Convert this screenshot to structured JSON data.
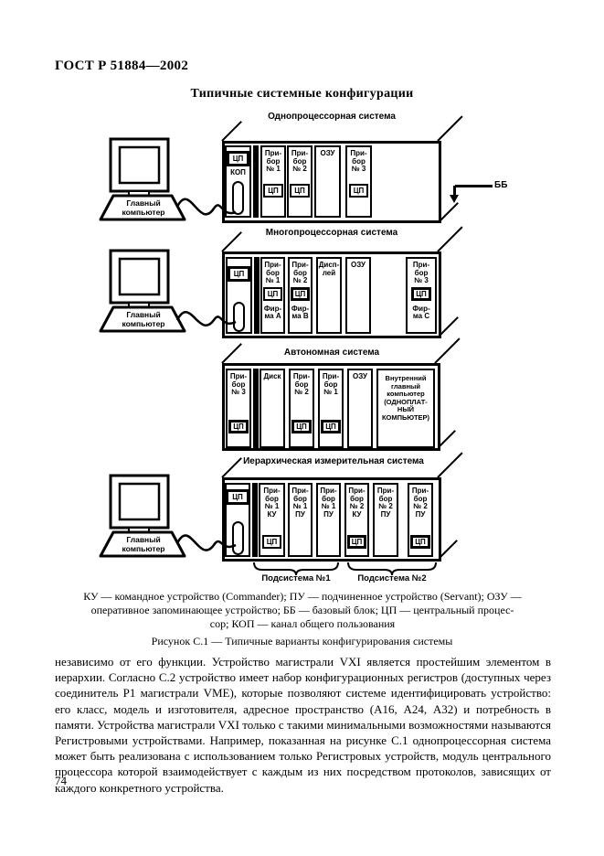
{
  "page": {
    "header": "ГОСТ Р 51884—2002",
    "number": "74"
  },
  "figure": {
    "title": "Типичные системные конфигурации",
    "computer_label": "Главный компьютер",
    "bb_label": "ББ",
    "caption": "Рисунок С.1 — Типичные варианты конфигурирования системы",
    "legend_lines": [
      "КУ — командное устройство (Commander); ПУ — подчиненное устройство (Servant); ОЗУ —",
      "оперативное запоминающее устройство;  ББ — базовый блок;  ЦП — центральный процес-",
      "сор; КОП — канал общего пользования"
    ],
    "diagrams": [
      {
        "label": "Однопроцессорная система",
        "slots": {
          "controller": {
            "cp": "ЦП",
            "bus": "КОП"
          },
          "device1": {
            "title": [
              "При-",
              "бор",
              "№ 1"
            ],
            "cp": "ЦП"
          },
          "device2": {
            "title": [
              "При-",
              "бор",
              "№ 2"
            ],
            "cp": "ЦП"
          },
          "memory": {
            "title": "ОЗУ"
          },
          "device3": {
            "title": [
              "При-",
              "бор",
              "№ 3"
            ],
            "cp": "ЦП"
          }
        }
      },
      {
        "label": "Многопроцессорная система",
        "slots": {
          "controller": {
            "cp": "ЦП"
          },
          "device1": {
            "title": [
              "При-",
              "бор",
              "№ 1"
            ],
            "cp": "ЦП",
            "firm": [
              "Фир-",
              "ма A"
            ]
          },
          "device2": {
            "title": [
              "При-",
              "бор",
              "№ 2"
            ],
            "cp": "ЦП",
            "firm": [
              "Фир-",
              "ма B"
            ]
          },
          "display": {
            "title": [
              "Дисп-",
              "лей"
            ]
          },
          "memory": {
            "title": "ОЗУ"
          },
          "device3": {
            "title": [
              "При-",
              "бор",
              "№ 3"
            ],
            "cp": "ЦП",
            "firm": [
              "Фир-",
              "ма C"
            ]
          }
        }
      },
      {
        "label": "Автономная система",
        "slots": {
          "device3": {
            "title": [
              "При-",
              "бор",
              "№ 3"
            ],
            "cp": "ЦП"
          },
          "disk": {
            "title": "Диск"
          },
          "device2": {
            "title": [
              "При-",
              "бор",
              "№ 2"
            ],
            "cp": "ЦП"
          },
          "device1": {
            "title": [
              "При-",
              "бор",
              "№ 1"
            ],
            "cp": "ЦП"
          },
          "memory": {
            "title": "ОЗУ"
          },
          "internal_computer": {
            "title": [
              "Внутренний",
              "главный",
              "компьютер",
              "(ОДНОПЛАТ-",
              "НЫЙ",
              "КОМПЬЮТЕР)"
            ]
          }
        }
      },
      {
        "label": "Иерархическая измерительная система",
        "slots": {
          "controller": {
            "cp": "ЦП"
          },
          "dev1_ku": {
            "title": [
              "При-",
              "бор",
              "№ 1",
              "КУ"
            ],
            "cp": "ЦП"
          },
          "dev1_pu1": {
            "title": [
              "При-",
              "бор",
              "№ 1",
              "ПУ"
            ]
          },
          "dev1_pu2": {
            "title": [
              "При-",
              "бор",
              "№ 1",
              "ПУ"
            ]
          },
          "dev2_ku": {
            "title": [
              "При-",
              "бор",
              "№ 2",
              "КУ"
            ],
            "cp": "ЦП"
          },
          "dev2_pu1": {
            "title": [
              "При-",
              "бор",
              "№ 2",
              "ПУ"
            ]
          },
          "dev2_pu2": {
            "title": [
              "При-",
              "бор",
              "№ 2",
              "ПУ"
            ],
            "cp": "ЦП"
          }
        },
        "subsystem1": "Подсистема №1",
        "subsystem2": "Подсистема №2"
      }
    ]
  },
  "body": {
    "paragraph": "независимо от его функции. Устройство магистрали VXI является простейшим элементом в иерархии. Согласно С.2 устройство имеет набор конфигурационных регистров (доступных через соединитель Р1 магистрали VME), которые позволяют системе идентифицировать устройство: его класс, модель и изготовителя, адресное пространство (А16, А24, А32) и потребность в памяти. Устройства магистрали VXI только с такими минимальными возможностями называются Регистровыми устройствами. Например, показанная на рисунке С.1 однопроцессорная система может быть реализована с использованием только Регистровых устройств, модуль центрального процессора которой взаимодействует с каждым из них посредством протоколов, зависящих от каждого конкретного устройства."
  }
}
